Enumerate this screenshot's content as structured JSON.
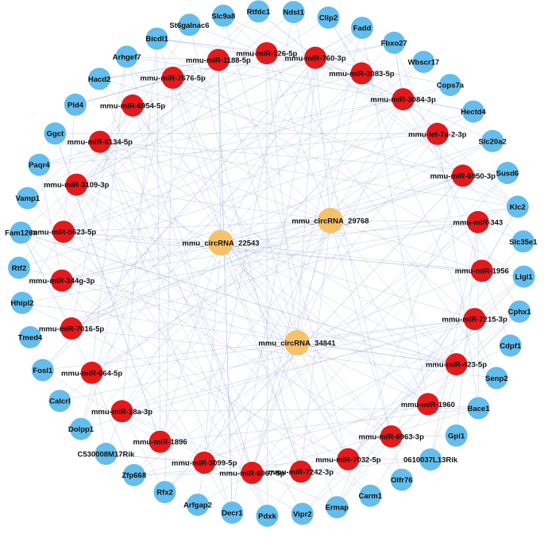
{
  "colors": {
    "circrna": "#f5c26b",
    "mirna": "#e3191c",
    "mrna": "#64bdec",
    "edge": "#8fa4d8"
  },
  "circrnas": [
    "mmu_circRNA_22543",
    "mmu_circRNA_29768",
    "mmu_circRNA_34841"
  ],
  "mirnas": [
    "mmu-miR-760-3p",
    "mmu-miR-3083-5p",
    "mmu-miR-3084-3p",
    "mmu-let-7a-2-3p",
    "mmu-miR-6950-3p",
    "mmu-miR-343",
    "mmu-miR-1956",
    "mmu-miR-7215-3p",
    "mmu-miR-423-5p",
    "mmu-miR-1960",
    "mmu-miR-6963-3p",
    "mmu-miR-7032-5p",
    "mmu-miR-7242-3p",
    "mmu-miR-6967-5p",
    "mmu-miR-3099-5p",
    "mmu-miR-1896",
    "mmu-miR-18a-3p",
    "mmu-miR-664-5p",
    "mmu-miR-7016-5p",
    "mmu-miR-344g-3p",
    "mmu-miR-5623-5p",
    "mmu-miR-3109-3p",
    "mmu-miR-6134-5p",
    "mmu-miR-6954-5p",
    "mmu-miR-7676-5p",
    "mmu-miR-1188-5p",
    "mmu-miR-126-5p"
  ],
  "mrnas": [
    "Ndst1",
    "Clip2",
    "Fadd",
    "Fbxo27",
    "Wbscr17",
    "Cops7a",
    "Hectd4",
    "Slc20a2",
    "Susd6",
    "Klc2",
    "Slc35e1",
    "Llgl1",
    "Cphx1",
    "Cdpf1",
    "Senp2",
    "Bace1",
    "Gpi1",
    "0610037L13Rik",
    "Olfr76",
    "Carm1",
    "Ermap",
    "Vipr2",
    "Pdxk",
    "Decr1",
    "Arfgap2",
    "Rfx2",
    "Zfp668",
    "C530008M17Rik",
    "Dolpp1",
    "Calcrl",
    "Fosl1",
    "Tmed4",
    "Hhipl2",
    "Rtf2",
    "Fam126a",
    "Vamp1",
    "Paqr4",
    "Ggct",
    "Pld4",
    "Hacd2",
    "Arhgef7",
    "Bicdl1",
    "St6galnac6",
    "Slc9a8",
    "Rtfdc1"
  ]
}
